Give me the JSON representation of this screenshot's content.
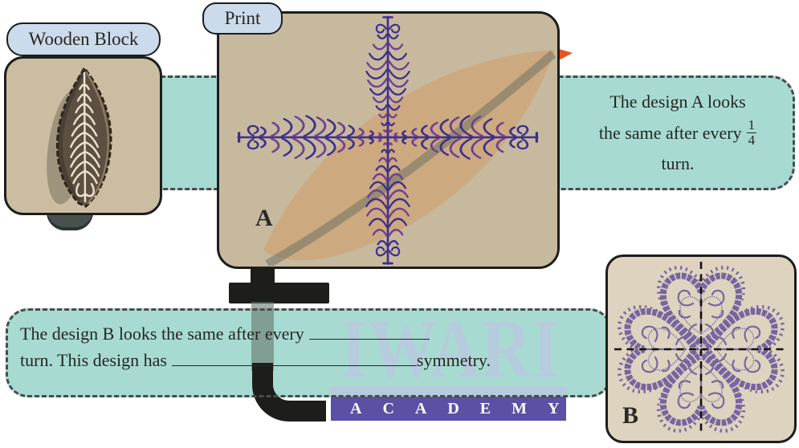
{
  "labels": {
    "wooden_block": "Wooden Block",
    "print": "Print",
    "design_a": "A",
    "design_b": "B"
  },
  "callout_a": {
    "line1": "The design A looks",
    "line2": "the same after every",
    "frac_num": "1",
    "frac_den": "4",
    "line3": "turn."
  },
  "callout_b": {
    "part1": "The design B looks the same after every",
    "part2": "turn. This design has",
    "part3": "symmetry."
  },
  "watermark": {
    "brand_top": "IWARI",
    "brand_bottom": "ACADEMY"
  },
  "colors": {
    "band_teal": "#a7dbd2",
    "panel_tan": "#c7b99e",
    "panel_cream": "#ddd3bf",
    "label_blue": "#ccdbeb",
    "fern_indigo": "#3e2f8c",
    "fern_purple": "#6c4090",
    "motif_purple": "#77659f",
    "academy_purple": "#5a50a4",
    "watermark_blue": "#b6cbdc",
    "leaf_tip_orange": "#ea5422",
    "ink_black": "#1d1d1b"
  }
}
